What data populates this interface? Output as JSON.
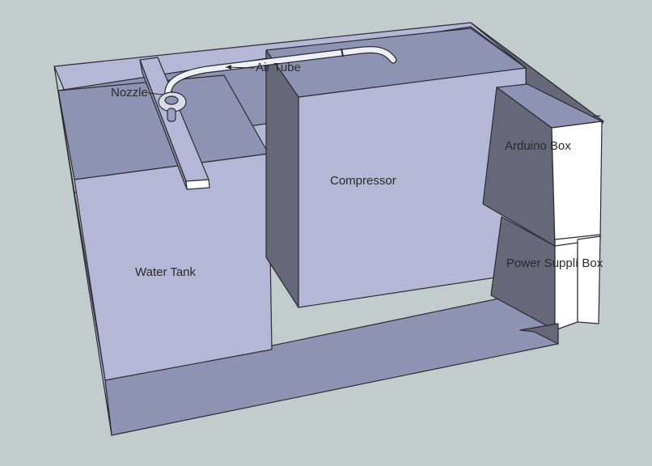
{
  "labels": {
    "air_tube": "Air Tube",
    "nozzle": "Nozzle",
    "arduino_box": "Arduino Box",
    "compressor": "Compressor",
    "water_tank": "Water Tank",
    "power_supply_box": "Power Supplí Box"
  },
  "colors": {
    "background": "#c3cccc",
    "face_light": "#b4b8d6",
    "face_mid": "#8e93b3",
    "face_dark": "#666879",
    "face_white": "#ffffff",
    "edge": "#2b2b33"
  }
}
